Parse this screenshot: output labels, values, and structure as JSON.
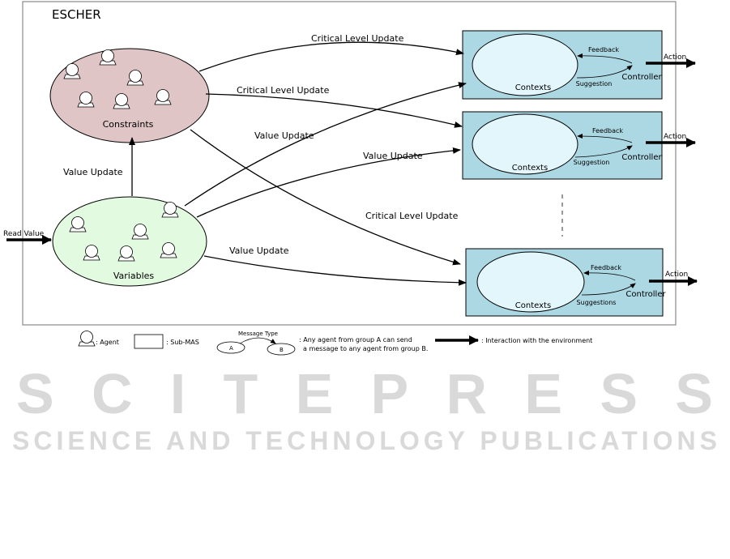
{
  "title": "ESCHER",
  "groups": {
    "constraints": "Constraints",
    "variables": "Variables"
  },
  "arrows": {
    "critical1": "Critical Level Update",
    "critical2": "Critical Level Update",
    "critical3": "Critical Level Update",
    "value_up": "Value Update",
    "value1": "Value Update",
    "value2": "Value Update",
    "value3": "Value Update",
    "read_value": "Read Value"
  },
  "submas": [
    {
      "contexts": "Contexts",
      "controller": "Controller",
      "feedback": "Feedback",
      "suggestion": "Suggestion",
      "action": "Action"
    },
    {
      "contexts": "Contexts",
      "controller": "Controller",
      "feedback": "Feedback",
      "suggestion": "Suggestion",
      "action": "Action"
    },
    {
      "contexts": "Contexts",
      "controller": "Controller",
      "feedback": "Feedback",
      "suggestion": "Suggestions",
      "action": "Action"
    }
  ],
  "legend": {
    "agent": ": Agent",
    "submas": ": Sub-MAS",
    "message_type": "Message Type",
    "a": "A",
    "b": "B",
    "msg_line1": ": Any agent from group A can send",
    "msg_line2": "a message to any agent from group B.",
    "interaction": ": Interaction with the environment"
  },
  "watermark": {
    "line1": "SCITEPRESS",
    "line2": "SCIENCE AND TECHNOLOGY PUBLICATIONS"
  },
  "colors": {
    "constraints": "#dfc5c5",
    "variables": "#e2fbe0",
    "submas": "#acd8e4",
    "contexts": "#e2f6fc"
  }
}
